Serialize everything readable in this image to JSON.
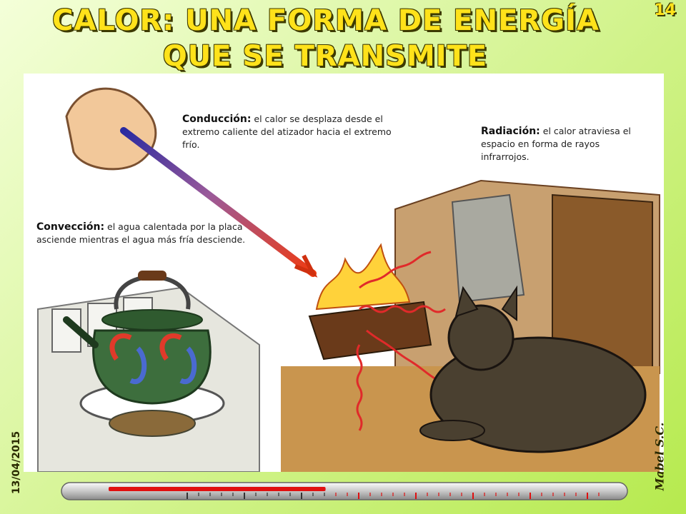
{
  "title": {
    "line1": "CALOR: UNA FORMA DE ENERGÍA",
    "line2": "QUE SE TRANSMITE"
  },
  "page_number": "14",
  "captions": {
    "conduccion": {
      "term": "Conducción:",
      "text": "el calor se desplaza desde el extremo caliente del atizador hacia el extremo frío."
    },
    "radiacion": {
      "term": "Radiación:",
      "text": "el calor atraviesa el espacio en forma de rayos infrarrojos."
    },
    "conveccion": {
      "term": "Convección:",
      "text": "el agua calentada por la placa asciende mientras el agua más fría desciende."
    }
  },
  "footer": {
    "date": "13/04/2015",
    "author": "Mabel S.C."
  },
  "thermometer": {
    "level": 0.44
  },
  "colors": {
    "title_fill": "#ffe21a",
    "title_outline": "#3d3a00",
    "mercury": "#e01010"
  }
}
